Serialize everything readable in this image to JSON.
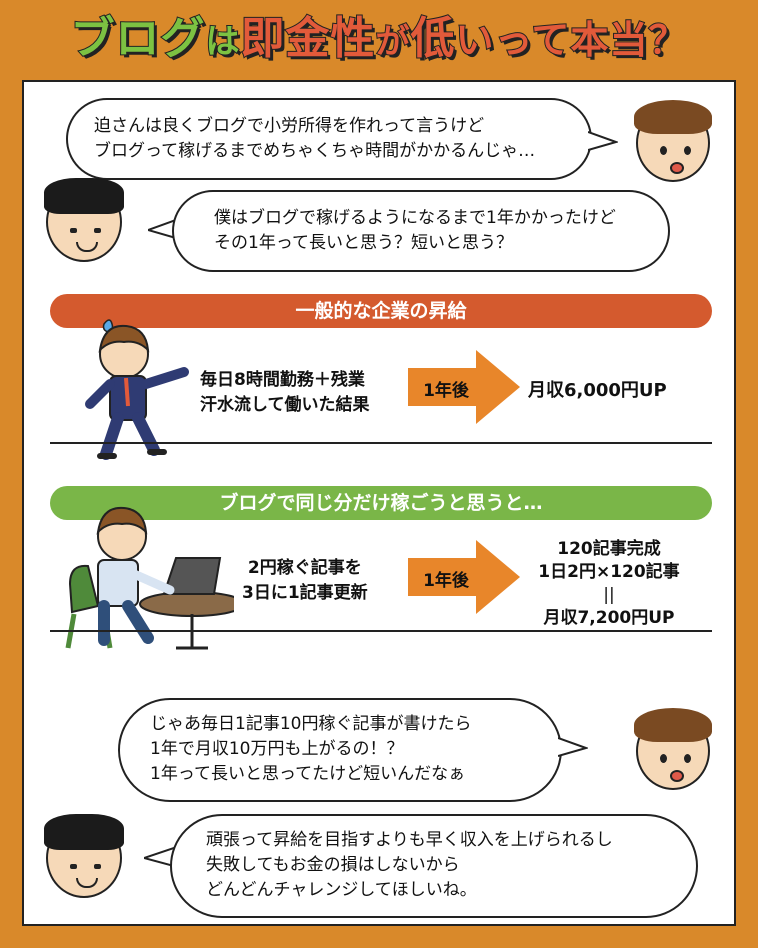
{
  "title": {
    "part1": "ブログ",
    "part2": "は",
    "part3": "即金性",
    "part4": "が",
    "part5": "低",
    "part6": "いって本当？"
  },
  "dialog1": {
    "line1": "迫さんは良くブログで小労所得を作れって言うけど",
    "line2": "ブログって稼げるまでめちゃくちゃ時間がかかるんじゃ…"
  },
  "dialog2": {
    "line1": "僕はブログで稼げるようになるまで1年かかったけど",
    "line2": "その1年って長いと思う？短いと思う？"
  },
  "section1": {
    "banner": "一般的な企業の昇給",
    "desc_line1": "毎日8時間勤務＋残業",
    "desc_line2": "汗水流して働いた結果",
    "arrow_label": "1年後",
    "result": "月収6,000円UP"
  },
  "section2": {
    "banner": "ブログで同じ分だけ稼ごうと思うと…",
    "desc_line1": "2円稼ぐ記事を",
    "desc_line2": "3日に1記事更新",
    "arrow_label": "1年後",
    "result_line1": "120記事完成",
    "result_line2": "1日2円×120記事",
    "result_eq": "||",
    "result_line3": "月収7,200円UP"
  },
  "dialog3": {
    "line1": "じゃあ毎日1記事10円稼ぐ記事が書けたら",
    "line2": "1年で月収10万円も上がるの！？",
    "line3": "1年って長いと思ってたけど短いんだなぁ"
  },
  "dialog4": {
    "line1": "頑張って昇給を目指すよりも早く収入を上げられるし",
    "line2": "失敗してもお金の損はしないから",
    "line3": "どんどんチャレンジしてほしいね。"
  },
  "colors": {
    "frame": "#d9892a",
    "title_green": "#7cc242",
    "title_red": "#e25a3a",
    "banner_red": "#d45a2e",
    "banner_green": "#7ab648",
    "arrow": "#e8862a"
  }
}
